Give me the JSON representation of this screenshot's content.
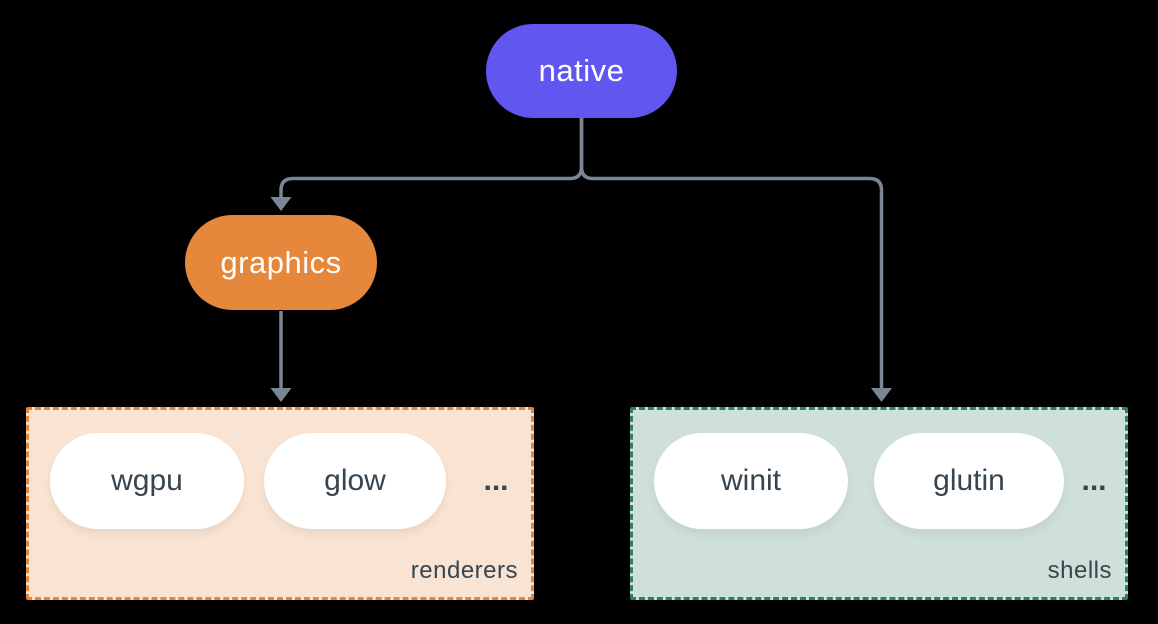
{
  "diagram": {
    "background_color": "#000000",
    "connector_color": "#7a8694",
    "nodes": {
      "native": {
        "label": "native",
        "fill_color": "#6156f0",
        "text_color": "#ffffff"
      },
      "graphics": {
        "label": "graphics",
        "fill_color": "#e6883c",
        "text_color": "#ffffff"
      }
    },
    "groups": {
      "renderers": {
        "label": "renderers",
        "background_color": "#f9e4d3",
        "border_color": "#e2873c",
        "items": [
          "wgpu",
          "glow"
        ],
        "ellipsis": "...",
        "item_text_color": "#36454f"
      },
      "shells": {
        "label": "shells",
        "background_color": "#cfe0d9",
        "border_color": "#2f7e6d",
        "items": [
          "winit",
          "glutin"
        ],
        "ellipsis": "...",
        "item_text_color": "#36454f"
      }
    },
    "edges": [
      {
        "from": "native",
        "to": "graphics"
      },
      {
        "from": "native",
        "to": "shells"
      },
      {
        "from": "graphics",
        "to": "renderers"
      }
    ]
  }
}
